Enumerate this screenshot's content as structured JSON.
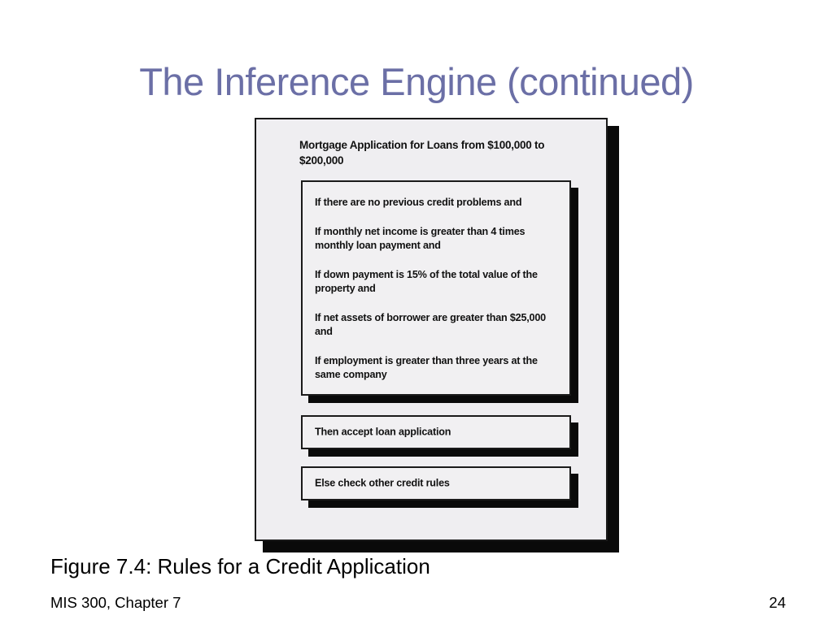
{
  "slide": {
    "title": "The Inference Engine (continued)",
    "title_color": "#6b6fa6",
    "background_color": "#ffffff"
  },
  "figure": {
    "panel_fill": "#efeef1",
    "border_color": "#1a1a1a",
    "shadow_color": "#0a0a0a",
    "header": "Mortgage Application for Loans from $100,000 to $200,000",
    "conditions": [
      "If there are no previous credit problems and",
      "If monthly net income is greater than\n4 times monthly loan payment and",
      "If down payment is 15% of the total value of the property and",
      "If net assets of borrower are greater than $25,000 and",
      "If employment is greater than three years at the same company"
    ],
    "then_action": "Then accept loan application",
    "else_action": "Else check other credit rules"
  },
  "caption": "Figure 7.4: Rules for a Credit Application",
  "footer": {
    "left": "MIS 300, Chapter 7",
    "page_number": "24"
  }
}
